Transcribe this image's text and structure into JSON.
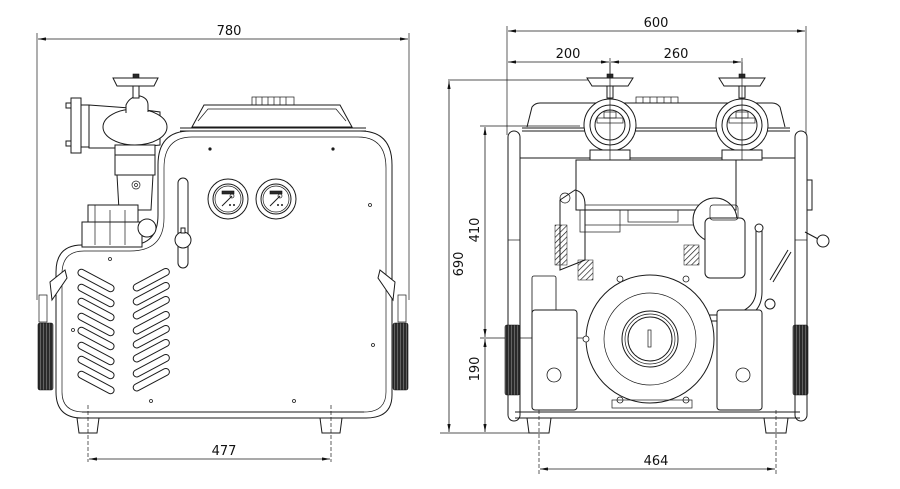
{
  "drawing": {
    "subject": "Portable fire pump technical drawing",
    "units": "mm",
    "colors": {
      "line": "#1a1a1a",
      "background": "#ffffff",
      "grip": "#2a2a2a"
    }
  },
  "side_view": {
    "name": "Side view",
    "dimensions": {
      "overall_length": "780",
      "foot_spacing": "477"
    }
  },
  "front_view": {
    "name": "Front view",
    "dimensions": {
      "overall_width": "600",
      "left_outlet_offset": "200",
      "outlet_spacing": "260",
      "overall_height": "690",
      "outlet_height_above_axis": "410",
      "axis_height": "190",
      "foot_spacing": "464"
    }
  }
}
